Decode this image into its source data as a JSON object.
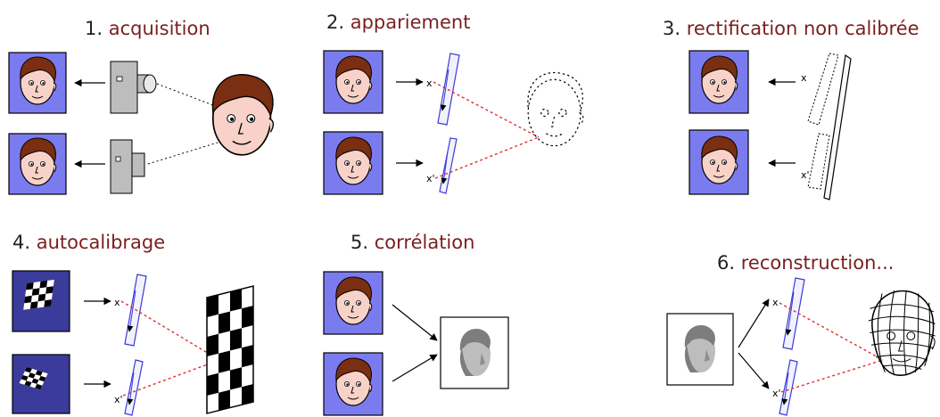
{
  "steps": [
    {
      "number": "1.",
      "label": "acquisition"
    },
    {
      "number": "2.",
      "label": "appariement"
    },
    {
      "number": "3.",
      "label": "rectification non calibrée"
    },
    {
      "number": "4.",
      "label": "autocalibrage"
    },
    {
      "number": "5.",
      "label": "corrélation"
    },
    {
      "number": "6.",
      "label": "reconstruction..."
    }
  ],
  "point_marks": {
    "x": "x",
    "x_prime": "x'"
  },
  "colors": {
    "frame_fill": "#7b7bf0",
    "label_text": "#7a1f1f",
    "hair": "#7a2e12",
    "skin": "#f8d2c8",
    "ray": "#e03030",
    "plane": "#3a3ad8"
  }
}
